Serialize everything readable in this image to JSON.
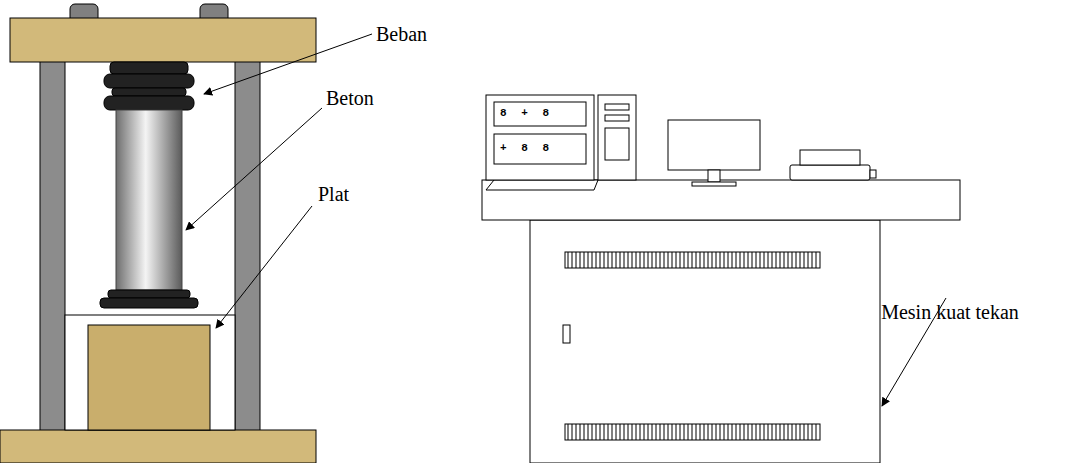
{
  "diagram": {
    "labels": [
      "Beban",
      "Beton",
      "Plat",
      "Mesin kuat tekan",
      "8 + 8",
      "+ 8 8"
    ]
  }
}
